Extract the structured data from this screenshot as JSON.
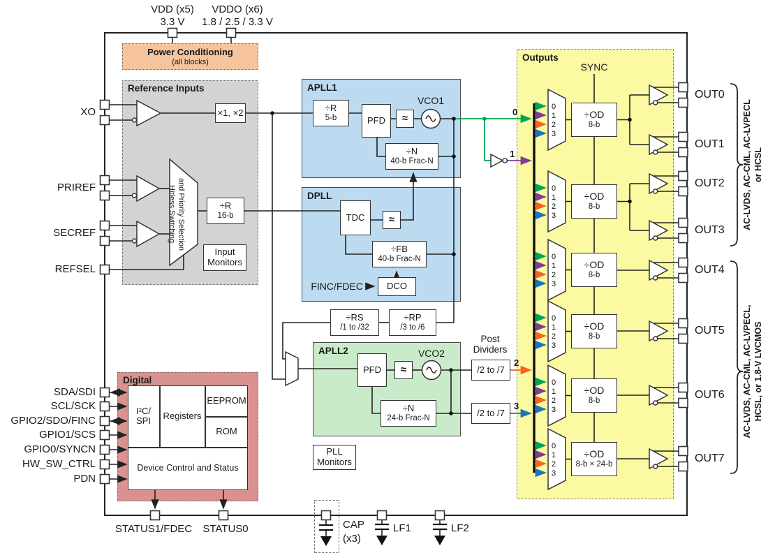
{
  "top_rail": {
    "vdd_label": "VDD (x5)",
    "vdd_voltage": "3.3 V",
    "vddo_label": "VDDO (x6)",
    "vddo_voltage": "1.8 / 2.5 / 3.3 V"
  },
  "power_conditioning": {
    "title": "Power Conditioning",
    "subtitle": "(all blocks)"
  },
  "reference_inputs": {
    "title": "Reference Inputs",
    "multiplier": "×1, ×2",
    "hitless_line1": "Hitless Switching",
    "hitless_line2": "and Priority Selection",
    "r_divider_line1": "÷R",
    "r_divider_line2": "16-b",
    "monitors_line1": "Input",
    "monitors_line2": "Monitors"
  },
  "left_pins": {
    "xo": "XO",
    "priref": "PRIREF",
    "secref": "SECREF",
    "refsel": "REFSEL"
  },
  "apll1": {
    "title": "APLL1",
    "r_divider_line1": "÷R",
    "r_divider_line2": "5-b",
    "pfd": "PFD",
    "loop_filter": "≈",
    "vco_label": "VCO1",
    "n_divider_line1": "÷N",
    "n_divider_line2": "40-b Frac-N"
  },
  "dpll": {
    "title": "DPLL",
    "tdc": "TDC",
    "loop_filter": "≈",
    "fb_divider_line1": "÷FB",
    "fb_divider_line2": "40-b Frac-N",
    "finc_fdec_label": "FINC/FDEC",
    "dco": "DCO"
  },
  "cascade": {
    "rs_divider_line1": "÷RS",
    "rs_divider_line2": "/1 to /32",
    "rp_divider_line1": "÷RP",
    "rp_divider_line2": "/3 to /6"
  },
  "apll2": {
    "title": "APLL2",
    "pfd": "PFD",
    "loop_filter": "≈",
    "vco_label": "VCO2",
    "n_divider_line1": "÷N",
    "n_divider_line2": "24-b Frac-N"
  },
  "post_dividers": {
    "label_line1": "Post",
    "label_line2": "Dividers",
    "divider_a": "/2 to /7",
    "divider_b": "/2 to /7"
  },
  "route_taps": {
    "tap0": "0",
    "tap1": "1",
    "tap2": "2",
    "tap3": "3"
  },
  "pll_monitors": {
    "line1": "PLL",
    "line2": "Monitors"
  },
  "digital": {
    "title": "Digital",
    "i2c_line1": "I²C/",
    "i2c_line2": "SPI",
    "registers": "Registers",
    "eeprom": "EEPROM",
    "rom": "ROM",
    "device_control": "Device Control and Status",
    "pin_labels": [
      "SDA/SDI",
      "SCL/SCK",
      "GPIO2/SDO/FINC",
      "GPIO1/SCS",
      "GPIO0/SYNCN",
      "HW_SW_CTRL",
      "PDN"
    ]
  },
  "bottom_rail": {
    "status1": "STATUS1/FDEC",
    "status0": "STATUS0",
    "cap_label": "CAP",
    "cap_count": "(x3)",
    "lf1": "LF1",
    "lf2": "LF2"
  },
  "outputs": {
    "title": "Outputs",
    "sync": "SYNC",
    "mux_inputs": [
      "0",
      "1",
      "2",
      "3"
    ],
    "od_rows": [
      {
        "line1": "÷OD",
        "line2": "8-b"
      },
      {
        "line1": "÷OD",
        "line2": "8-b"
      },
      {
        "line1": "÷OD",
        "line2": "8-b"
      },
      {
        "line1": "÷OD",
        "line2": "8-b"
      },
      {
        "line1": "÷OD",
        "line2": "8-b"
      },
      {
        "line1": "÷OD",
        "line2": "8-b × 24-b"
      }
    ],
    "out_labels": [
      "OUT0",
      "OUT1",
      "OUT2",
      "OUT3",
      "OUT4",
      "OUT5",
      "OUT6",
      "OUT7"
    ],
    "group_a_line1": "AC-LVDS, AC-CML, AC-LVPECL",
    "group_a_line2": "or HCSL",
    "group_b_line1": "AC-LVDS, AC-CML, AC-LVPECL,",
    "group_b_line2": "HCSL, or 1.8-V LVCMOS"
  },
  "colors": {
    "route_0_green": "#00A651",
    "route_1_purple": "#7D3F98",
    "route_2_orange": "#F26522",
    "route_3_blue": "#1B75BB",
    "apll_fill": "#BCDAF0",
    "apll2_fill": "#C9EBC9",
    "outputs_fill": "#FCF9A3",
    "digital_fill": "#D9928F",
    "reference_fill": "#D3D3D3",
    "power_fill": "#F6C49C"
  }
}
